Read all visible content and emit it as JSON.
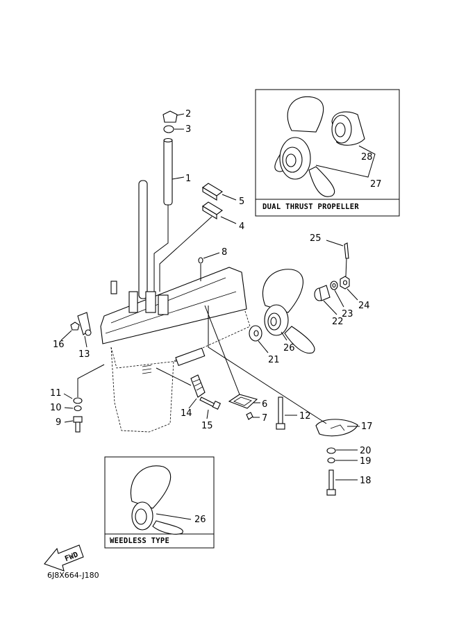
{
  "diagram_code": "6J8X664-J180",
  "inset_dual_thrust": {
    "title": "DUAL THRUST PROPELLER",
    "labels": [
      "28",
      "27"
    ]
  },
  "inset_weedless": {
    "title": "WEEDLESS TYPE",
    "labels": [
      "26"
    ]
  },
  "fwd_arrow": "FWD",
  "callouts": [
    {
      "id": "c1",
      "text": "1"
    },
    {
      "id": "c2",
      "text": "2"
    },
    {
      "id": "c3",
      "text": "3"
    },
    {
      "id": "c4",
      "text": "4"
    },
    {
      "id": "c5",
      "text": "5"
    },
    {
      "id": "c6",
      "text": "6"
    },
    {
      "id": "c7",
      "text": "7"
    },
    {
      "id": "c8",
      "text": "8"
    },
    {
      "id": "c9",
      "text": "9"
    },
    {
      "id": "c10",
      "text": "10"
    },
    {
      "id": "c11",
      "text": "11"
    },
    {
      "id": "c12",
      "text": "12"
    },
    {
      "id": "c13",
      "text": "13"
    },
    {
      "id": "c14",
      "text": "14"
    },
    {
      "id": "c15",
      "text": "15"
    },
    {
      "id": "c16",
      "text": "16"
    },
    {
      "id": "c17",
      "text": "17"
    },
    {
      "id": "c18",
      "text": "18"
    },
    {
      "id": "c19",
      "text": "19"
    },
    {
      "id": "c20",
      "text": "20"
    },
    {
      "id": "c21",
      "text": "21"
    },
    {
      "id": "c22",
      "text": "22"
    },
    {
      "id": "c23",
      "text": "23"
    },
    {
      "id": "c24",
      "text": "24"
    },
    {
      "id": "c25",
      "text": "25"
    },
    {
      "id": "c26",
      "text": "26"
    }
  ]
}
